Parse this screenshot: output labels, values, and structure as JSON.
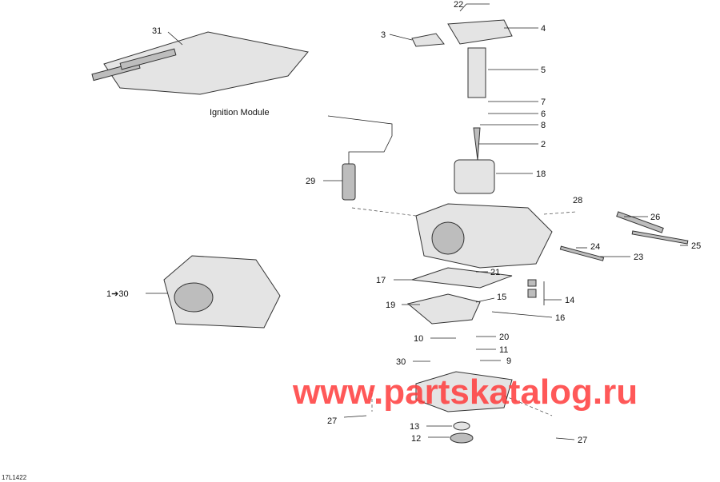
{
  "diagram": {
    "callouts": [
      "22",
      "4",
      "3",
      "5",
      "7",
      "6",
      "8",
      "2",
      "18",
      "31",
      "29",
      "28",
      "26",
      "25",
      "24",
      "23",
      "1➔30",
      "21",
      "17",
      "15",
      "14",
      "19",
      "16",
      "10",
      "20",
      "11",
      "30",
      "9",
      "27",
      "13",
      "12",
      "27"
    ],
    "ignition_label": "Ignition Module",
    "drawing_code": "17L1422",
    "watermark": "www.partskatalog.ru",
    "colors": {
      "watermark": "#ff3b3b",
      "lines": "#222222"
    }
  }
}
